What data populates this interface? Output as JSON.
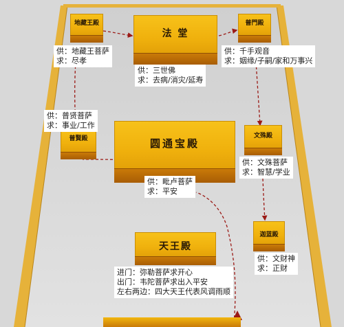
{
  "halls": {
    "fatang": "法 堂",
    "dizang": "地藏王殿",
    "pumen": "普門殿",
    "puxian": "普賢殿",
    "wenshu": "文殊殿",
    "yuantong": "圆通宝殿",
    "qielan": "迦蓝殿",
    "tianwang": "天王殿"
  },
  "labels": {
    "dizang": {
      "line1": "供：地藏王菩萨",
      "line2": "求：尽孝"
    },
    "fatang": {
      "line1": "供：三世佛",
      "line2": "求：去病/消灾/延寿"
    },
    "pumen": {
      "line1": "供：千手观音",
      "line2": "求：姻缘/子嗣/家和万事兴"
    },
    "puxian": {
      "line1": "供：普贤菩萨",
      "line2": "求：事业/工作"
    },
    "wenshu": {
      "line1": "供：文殊菩萨",
      "line2": "求：智慧/学业"
    },
    "yuantong": {
      "line1": "供：毗卢菩萨",
      "line2": "求：平安"
    },
    "qielan": {
      "line1": "供：文财神",
      "line2": "求：正财"
    },
    "tianwang": {
      "line1": "进门：弥勒菩萨求开心",
      "line2": "出门：韦陀菩萨求出入平安",
      "line3": "左右两边：四大天王代表风调雨顺"
    }
  },
  "colors": {
    "roof": "#f2b70f",
    "wall": "#b8690a",
    "path": "#9b1a16",
    "wall_line": "#e9b640",
    "ground": "#d8d8d8"
  }
}
